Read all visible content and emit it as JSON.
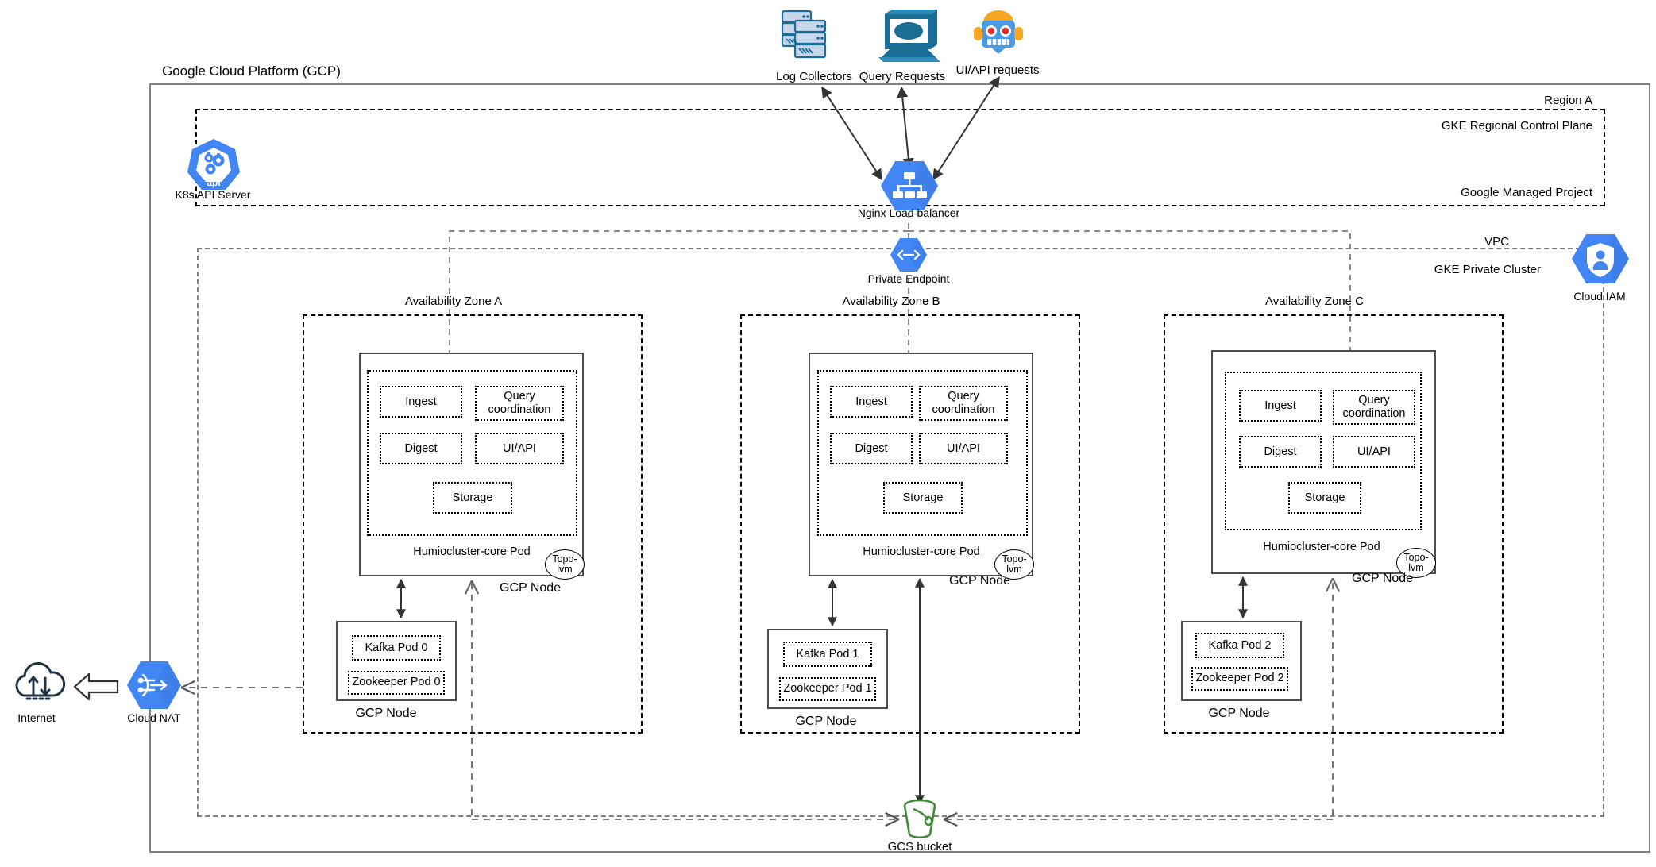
{
  "title": "Google Cloud Platform (GCP)",
  "external": {
    "log_collectors": "Log Collectors",
    "query_requests": "Query Requests",
    "ui_api_requests": "UI/API requests",
    "internet": "Internet",
    "cloud_nat": "Cloud NAT"
  },
  "region": {
    "label": "Region A",
    "control_plane": "GKE Regional Control Plane",
    "managed_project": "Google Managed Project",
    "k8s_api_server": "K8s API Server"
  },
  "network": {
    "load_balancer": "Nginx Load balancer",
    "private_endpoint": "Private Endpoint",
    "vpc": "VPC",
    "gke_private_cluster": "GKE Private Cluster",
    "cloud_iam": "Cloud IAM"
  },
  "storage": {
    "gcs_bucket": "GCS bucket"
  },
  "node_label": "GCP Node",
  "pod_label": "Humiocluster-core Pod",
  "topolvm_label": "Topo-lvm",
  "services": {
    "ingest": "Ingest",
    "query_coordination": "Query coordination",
    "digest": "Digest",
    "ui_api": "UI/API",
    "storage": "Storage"
  },
  "zones": [
    {
      "label": "Availability Zone A",
      "kafka": "Kafka Pod 0",
      "zookeeper": "Zookeeper Pod 0"
    },
    {
      "label": "Availability Zone B",
      "kafka": "Kafka Pod 1",
      "zookeeper": "Zookeeper Pod 1"
    },
    {
      "label": "Availability Zone C",
      "kafka": "Kafka Pod 2",
      "zookeeper": "Zookeeper Pod 2"
    }
  ],
  "colors": {
    "gcp_blue": "#4285F4",
    "frame_gray": "#808080",
    "node_gray": "#4d4d4d",
    "bucket_green": "#3d8b37",
    "icon_dark": "#1f3347",
    "icon_teal": "#1a6e96"
  }
}
